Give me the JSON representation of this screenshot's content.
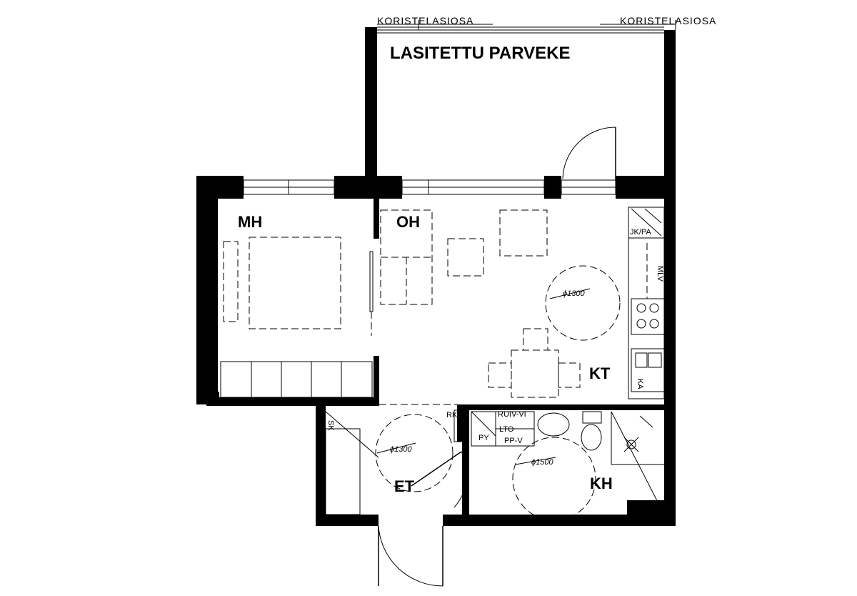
{
  "labels": {
    "deco_left": "KORISTELASIOSA",
    "deco_right": "KORISTELASIOSA",
    "balcony": "LASITETTU PARVEKE",
    "bedroom": "MH",
    "living": "OH",
    "kitchen": "KT",
    "entry": "ET",
    "bathroom": "KH",
    "jk_pa": "JK/PA",
    "mlv": "MLV",
    "rk": "RK",
    "sk": "SK",
    "ruiv_vi": "RUIV-VI",
    "lto": "LTO",
    "py": "PY",
    "pp_v": "PP-V",
    "ka": "KA",
    "dim_living": "ϕ1300",
    "dim_entry": "ϕ1300",
    "dim_bath": "ϕ1500"
  }
}
